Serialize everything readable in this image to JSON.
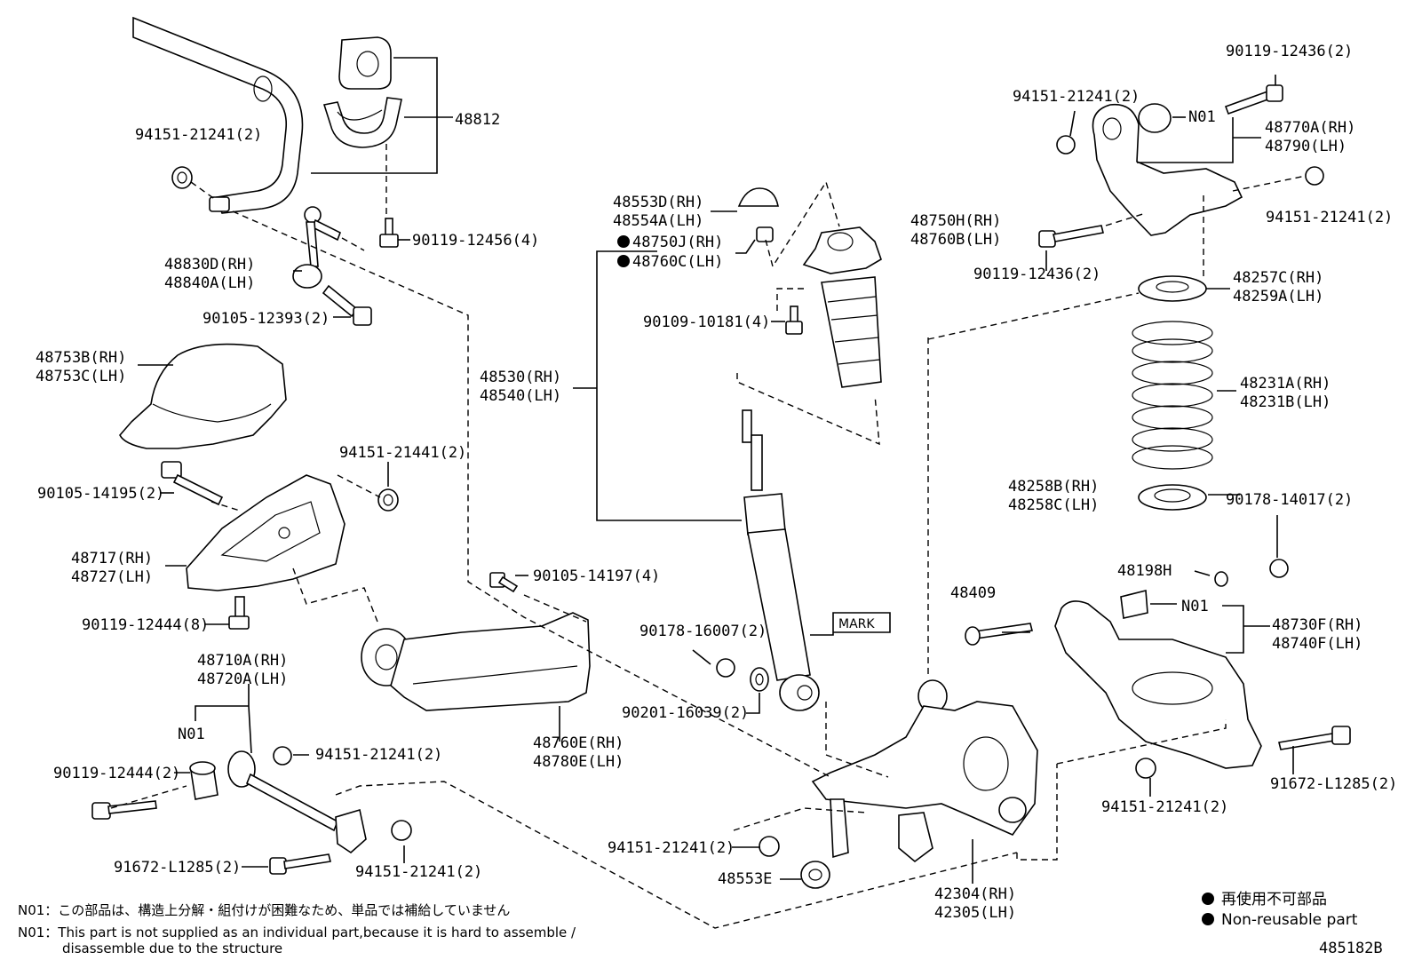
{
  "diagram_id": "485182B",
  "labels": [
    {
      "id": "l48812",
      "text": "48812"
    },
    {
      "id": "l94151a",
      "text": "94151-21241(2)"
    },
    {
      "id": "l90119_12456",
      "text": "90119-12456(4)"
    },
    {
      "id": "l48830",
      "text": "48830D(RH)"
    },
    {
      "id": "l48840",
      "text": "48840A(LH)"
    },
    {
      "id": "l90105_12393",
      "text": "90105-12393(2)"
    },
    {
      "id": "l48753b",
      "text": "48753B(RH)"
    },
    {
      "id": "l48753c",
      "text": "48753C(LH)"
    },
    {
      "id": "l94151_21441",
      "text": "94151-21441(2)"
    },
    {
      "id": "l90105_14195",
      "text": "90105-14195(2)"
    },
    {
      "id": "l48717",
      "text": "48717(RH)"
    },
    {
      "id": "l48727",
      "text": "48727(LH)"
    },
    {
      "id": "l90119_12444a",
      "text": "90119-12444(8)"
    },
    {
      "id": "l48710",
      "text": "48710A(RH)"
    },
    {
      "id": "l48720",
      "text": "48720A(LH)"
    },
    {
      "id": "lN01a",
      "text": "N01"
    },
    {
      "id": "l94151b",
      "text": "94151-21241(2)"
    },
    {
      "id": "l90119_12444b",
      "text": "90119-12444(2)"
    },
    {
      "id": "l91672a",
      "text": "91672-L1285(2)"
    },
    {
      "id": "l94151c",
      "text": "94151-21241(2)"
    },
    {
      "id": "l48553d",
      "text": "48553D(RH)"
    },
    {
      "id": "l48554a",
      "text": "48554A(LH)"
    },
    {
      "id": "l48750j",
      "text": "48750J(RH)"
    },
    {
      "id": "l48760c",
      "text": "48760C(LH)"
    },
    {
      "id": "l48530",
      "text": "48530(RH)"
    },
    {
      "id": "l48540",
      "text": "48540(LH)"
    },
    {
      "id": "l90105_14197",
      "text": "90105-14197(4)"
    },
    {
      "id": "l48760e",
      "text": "48760E(RH)"
    },
    {
      "id": "l48780e",
      "text": "48780E(LH)"
    },
    {
      "id": "l90178_16007",
      "text": "90178-16007(2)"
    },
    {
      "id": "l90201",
      "text": "90201-16039(2)"
    },
    {
      "id": "lmark",
      "text": "MARK"
    },
    {
      "id": "l48750h",
      "text": "48750H(RH)"
    },
    {
      "id": "l48760b",
      "text": "48760B(LH)"
    },
    {
      "id": "l90109",
      "text": "90109-10181(4)"
    },
    {
      "id": "l90119_12436a",
      "text": "90119-12436(2)"
    },
    {
      "id": "l94151d",
      "text": "94151-21241(2)"
    },
    {
      "id": "lN01b",
      "text": "N01"
    },
    {
      "id": "l48770",
      "text": "48770A(RH)"
    },
    {
      "id": "l48790",
      "text": "48790(LH)"
    },
    {
      "id": "l94151e",
      "text": "94151-21241(2)"
    },
    {
      "id": "l90119_12436b",
      "text": "90119-12436(2)"
    },
    {
      "id": "l48257",
      "text": "48257C(RH)"
    },
    {
      "id": "l48259",
      "text": "48259A(LH)"
    },
    {
      "id": "l48231a",
      "text": "48231A(RH)"
    },
    {
      "id": "l48231b",
      "text": "48231B(LH)"
    },
    {
      "id": "l48258b",
      "text": "48258B(RH)"
    },
    {
      "id": "l48258c",
      "text": "48258C(LH)"
    },
    {
      "id": "l90178_14017",
      "text": "90178-14017(2)"
    },
    {
      "id": "l48198",
      "text": "48198H"
    },
    {
      "id": "lN01c",
      "text": "N01"
    },
    {
      "id": "l48409",
      "text": "48409"
    },
    {
      "id": "l48730",
      "text": "48730F(RH)"
    },
    {
      "id": "l48740",
      "text": "48740F(LH)"
    },
    {
      "id": "l91672b",
      "text": "91672-L1285(2)"
    },
    {
      "id": "l94151f",
      "text": "94151-21241(2)"
    },
    {
      "id": "l94151g",
      "text": "94151-21241(2)"
    },
    {
      "id": "l48553e",
      "text": "48553E"
    },
    {
      "id": "l42304",
      "text": "42304(RH)"
    },
    {
      "id": "l42305",
      "text": "42305(LH)"
    }
  ],
  "legend": {
    "jp": "再使用不可部品",
    "en": "Non-reusable part"
  },
  "notes": [
    "N01：この部品は、構造上分解・組付けが困難なため、単品では補給していません",
    "N01：This part is not supplied as an individual part,because it is hard to assemble /",
    "disassemble due to the structure"
  ]
}
